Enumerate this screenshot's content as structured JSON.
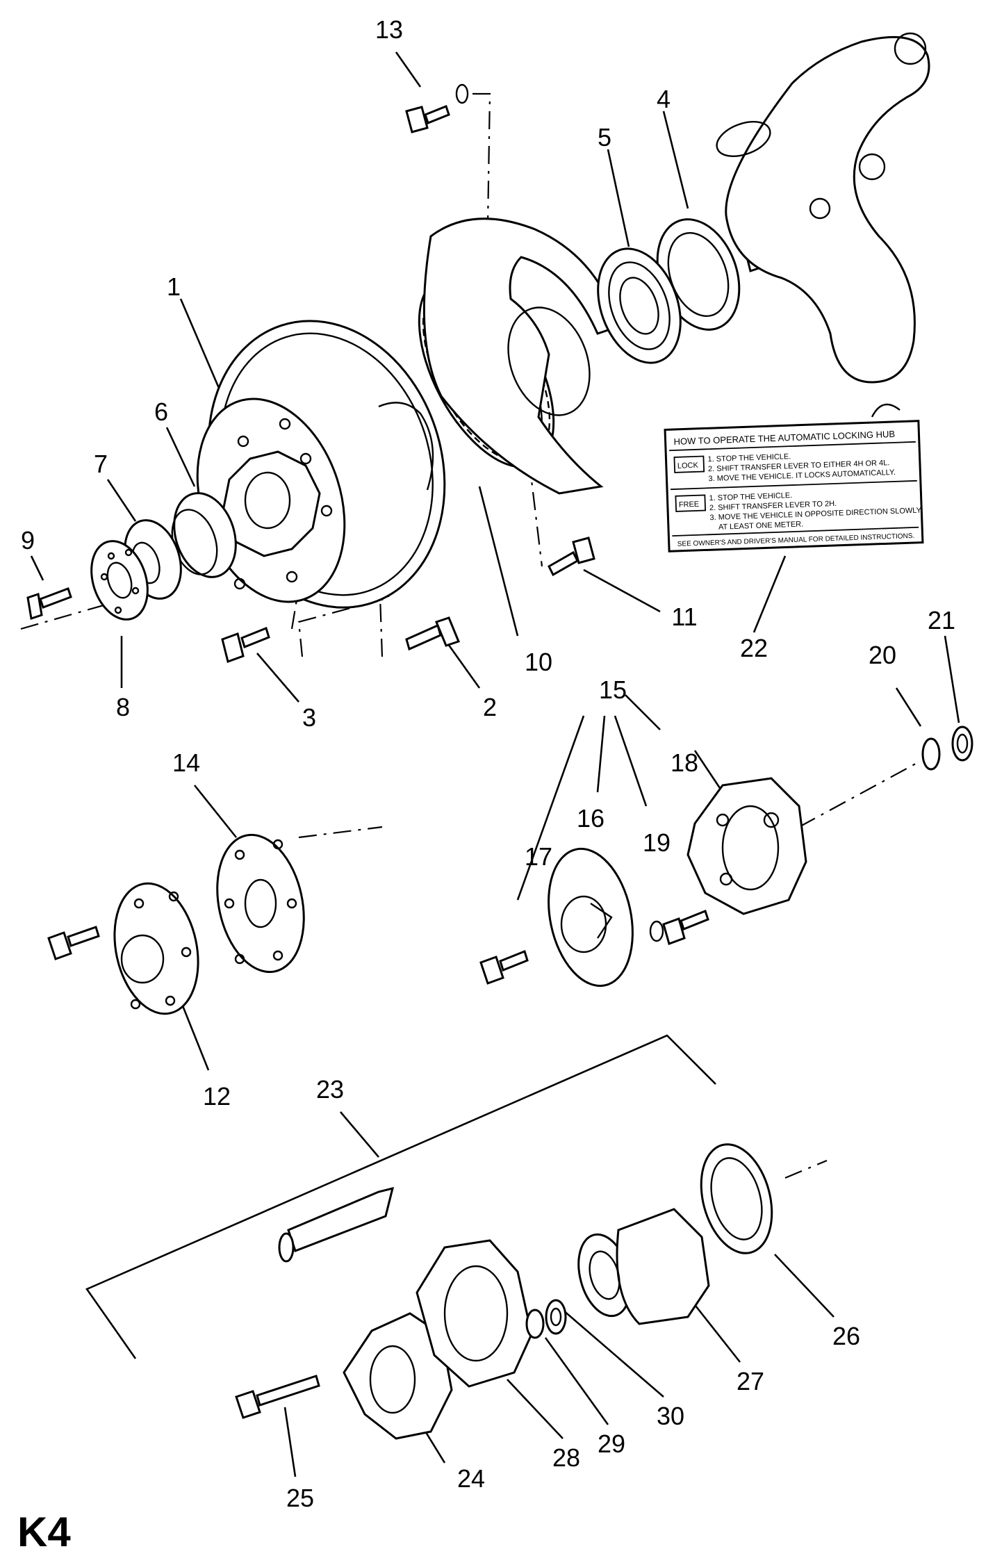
{
  "page_code": "K4",
  "callouts": [
    "1",
    "2",
    "3",
    "4",
    "5",
    "6",
    "7",
    "8",
    "9",
    "10",
    "11",
    "12",
    "13",
    "14",
    "15",
    "16",
    "17",
    "18",
    "19",
    "20",
    "21",
    "22",
    "23",
    "24",
    "25",
    "26",
    "27",
    "28",
    "29",
    "30"
  ],
  "label_22": {
    "title": "HOW TO OPERATE THE AUTOMATIC LOCKING HUB",
    "lock_box": "LOCK",
    "lock_steps": [
      "1. STOP THE VEHICLE.",
      "2. SHIFT TRANSFER LEVER TO EITHER 4H OR 4L.",
      "3. MOVE THE VEHICLE. IT LOCKS AUTOMATICALLY."
    ],
    "free_box": "FREE",
    "free_steps": [
      "1. STOP THE VEHICLE.",
      "2. SHIFT TRANSFER LEVER TO 2H.",
      "3. MOVE THE VEHICLE IN OPPOSITE DIRECTION SLOWLY",
      "AT LEAST ONE METER."
    ],
    "footer": "SEE OWNER'S AND DRIVER'S MANUAL FOR DETAILED INSTRUCTIONS."
  }
}
